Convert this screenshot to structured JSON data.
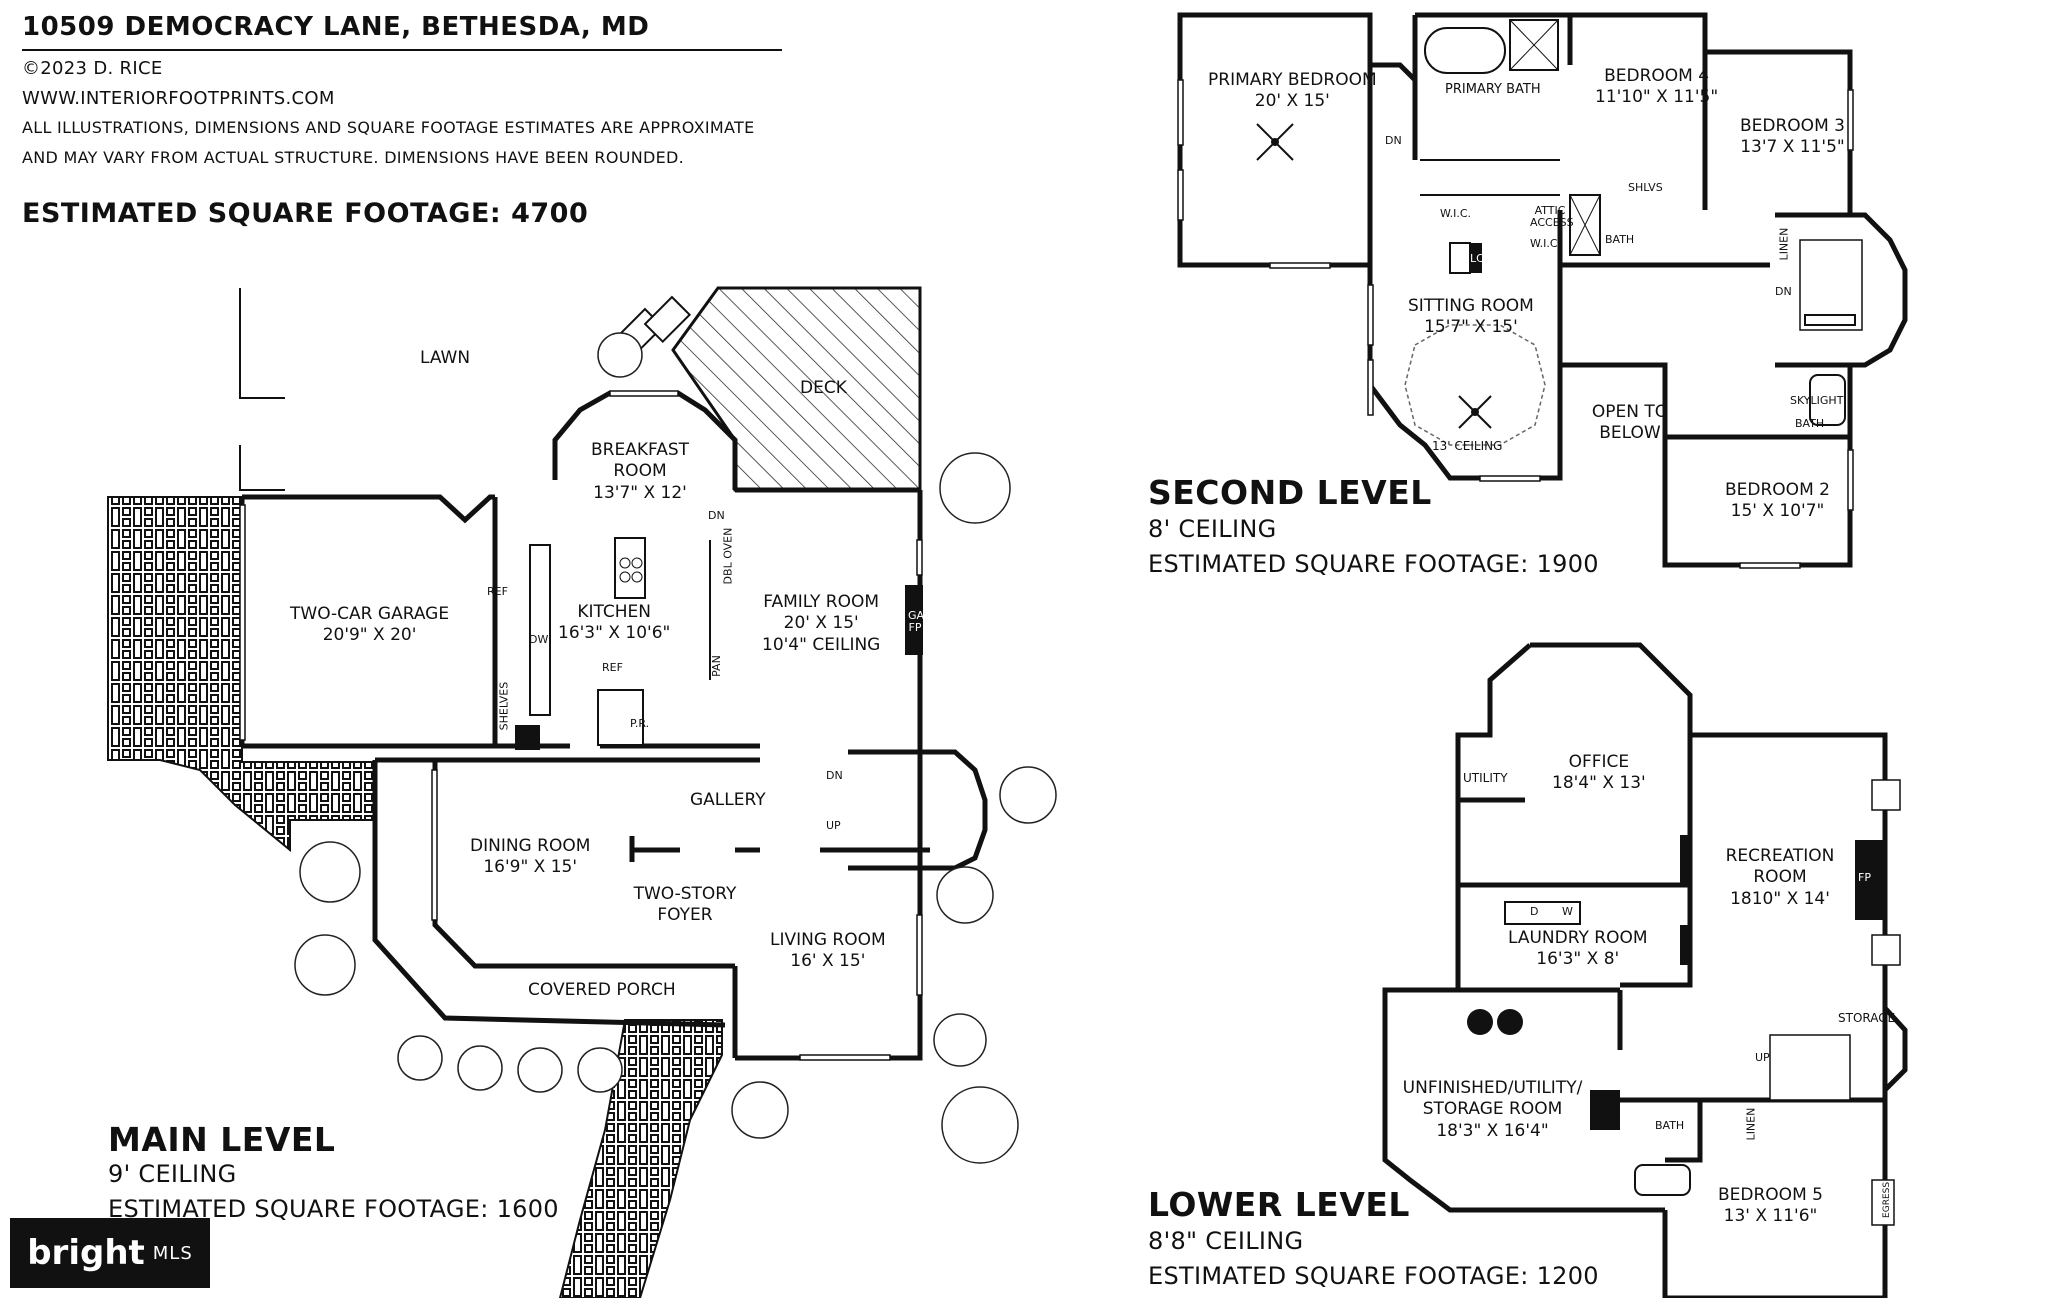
{
  "header": {
    "address": "10509 DEMOCRACY LANE, BETHESDA, MD",
    "copyright": "©2023 D. RICE",
    "website": "WWW.INTERIORFOOTPRINTS.COM",
    "disclaimer_1": "ALL ILLUSTRATIONS, DIMENSIONS AND SQUARE FOOTAGE ESTIMATES ARE APPROXIMATE",
    "disclaimer_2": "AND MAY VARY FROM ACTUAL STRUCTURE. DIMENSIONS HAVE BEEN ROUNDED.",
    "total_sqft": "ESTIMATED SQUARE FOOTAGE: 4700"
  },
  "main_level": {
    "title": "MAIN LEVEL",
    "ceiling": "9' CEILING",
    "sqft": "ESTIMATED SQUARE FOOTAGE: 1600",
    "rooms": {
      "lawn": "LAWN",
      "deck": "DECK",
      "breakfast_room": "BREAKFAST ROOM",
      "breakfast_dim": "13'7\" X 12'",
      "two_car_garage": "TWO-CAR GARAGE",
      "garage_dim": "20'9\" X 20'",
      "kitchen": "KITCHEN",
      "kitchen_dim": "16'3\" X 10'6\"",
      "family_room": "FAMILY ROOM",
      "family_dim": "20' X 15'",
      "family_ceiling": "10'4\" CEILING",
      "gallery": "GALLERY",
      "dining_room": "DINING ROOM",
      "dining_dim": "16'9\" X 15'",
      "two_story_foyer": "TWO-STORY FOYER",
      "living_room": "LIVING ROOM",
      "living_dim": "16' X 15'",
      "covered_porch": "COVERED PORCH",
      "gas_fp": "GAS FP",
      "ref": "REF",
      "dw": "DW",
      "shelves": "SHELVES",
      "pr": "P.R.",
      "pan": "PAN",
      "dbl_oven": "DBL OVEN",
      "dn": "DN",
      "up": "UP"
    }
  },
  "second_level": {
    "title": "SECOND LEVEL",
    "ceiling": "8' CEILING",
    "sqft": "ESTIMATED SQUARE FOOTAGE: 1900",
    "rooms": {
      "primary_bedroom": "PRIMARY BEDROOM",
      "primary_bedroom_dim": "20' X 15'",
      "primary_bath": "PRIMARY BATH",
      "bedroom4": "BEDROOM 4",
      "bedroom4_dim": "11'10\" X 11'5\"",
      "bedroom3": "BEDROOM 3",
      "bedroom3_dim": "13'7 X 11'5\"",
      "wic1": "W.I.C.",
      "wic2": "W.I.C.",
      "attic_access": "ATTIC ACCESS",
      "lc": "LC",
      "shlvs": "SHLVS",
      "bath": "BATH",
      "linen": "LINEN",
      "sitting_room": "SITTING ROOM",
      "sitting_dim": "15'7\" X 15'",
      "ceiling_13": "13' CEILING",
      "open_to_below": "OPEN TO BELOW",
      "skylight": "SKYLIGHT",
      "bath2": "BATH",
      "bedroom2": "BEDROOM 2",
      "bedroom2_dim": "15' X 10'7\"",
      "dn": "DN"
    }
  },
  "lower_level": {
    "title": "LOWER LEVEL",
    "ceiling": "8'8\" CEILING",
    "sqft": "ESTIMATED SQUARE FOOTAGE: 1200",
    "rooms": {
      "utility": "UTILITY",
      "office": "OFFICE",
      "office_dim": "18'4\" X 13'",
      "recreation_room": "RECREATION ROOM",
      "recreation_dim": "1810\" X 14'",
      "fp": "FP",
      "laundry_room": "LAUNDRY ROOM",
      "laundry_dim": "16'3\" X 8'",
      "d": "D",
      "w": "W",
      "storage": "STORAGE",
      "unfinished": "UNFINISHED/UTILITY/ STORAGE ROOM",
      "unfinished_dim": "18'3\" X 16'4\"",
      "bath": "BATH",
      "linen": "LINEN",
      "bedroom5": "BEDROOM 5",
      "bedroom5_dim": "13' X 11'6\"",
      "egress": "EGRESS",
      "up": "UP"
    }
  },
  "logo": {
    "brand": "bright",
    "suffix": "MLS"
  }
}
